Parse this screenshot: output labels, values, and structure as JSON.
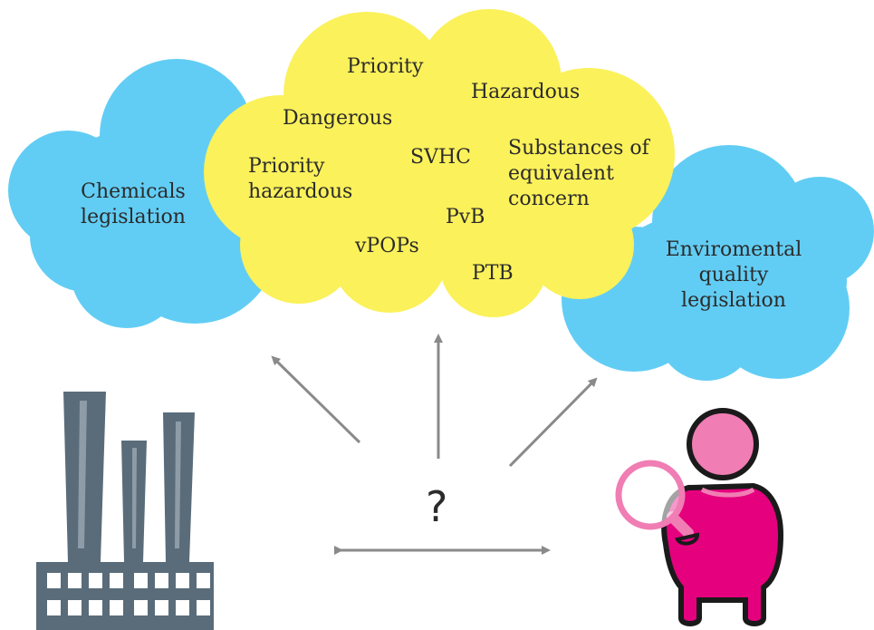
{
  "colors": {
    "blue_cloud": "#62cdf4",
    "yellow_cloud": "#fbf15a",
    "arrow": "#8a8a8a",
    "factory": "#5a6c7a",
    "factory_stripe": "#8e9ca8",
    "person_head": "#f07db3",
    "person_body": "#e5007e",
    "magnifier_ring": "#f07db3",
    "outline": "#1a1a1a"
  },
  "left_cloud": {
    "label": "Chemicals\nlegislation"
  },
  "right_cloud": {
    "label": "Enviromental\nquality\nlegislation"
  },
  "center_cloud": {
    "terms": {
      "priority": "Priority",
      "hazardous": "Hazardous",
      "dangerous": "Dangerous",
      "priority_hazardous": "Priority\nhazardous",
      "svhc": "SVHC",
      "equivalent_concern": "Substances of\nequivalent\nconcern",
      "pvb": "PvB",
      "vpops": "vPOPs",
      "ptb": "PTB"
    }
  },
  "question_mark": "?",
  "icons": {
    "factory": "factory-icon",
    "person": "person-with-magnifier-icon"
  }
}
